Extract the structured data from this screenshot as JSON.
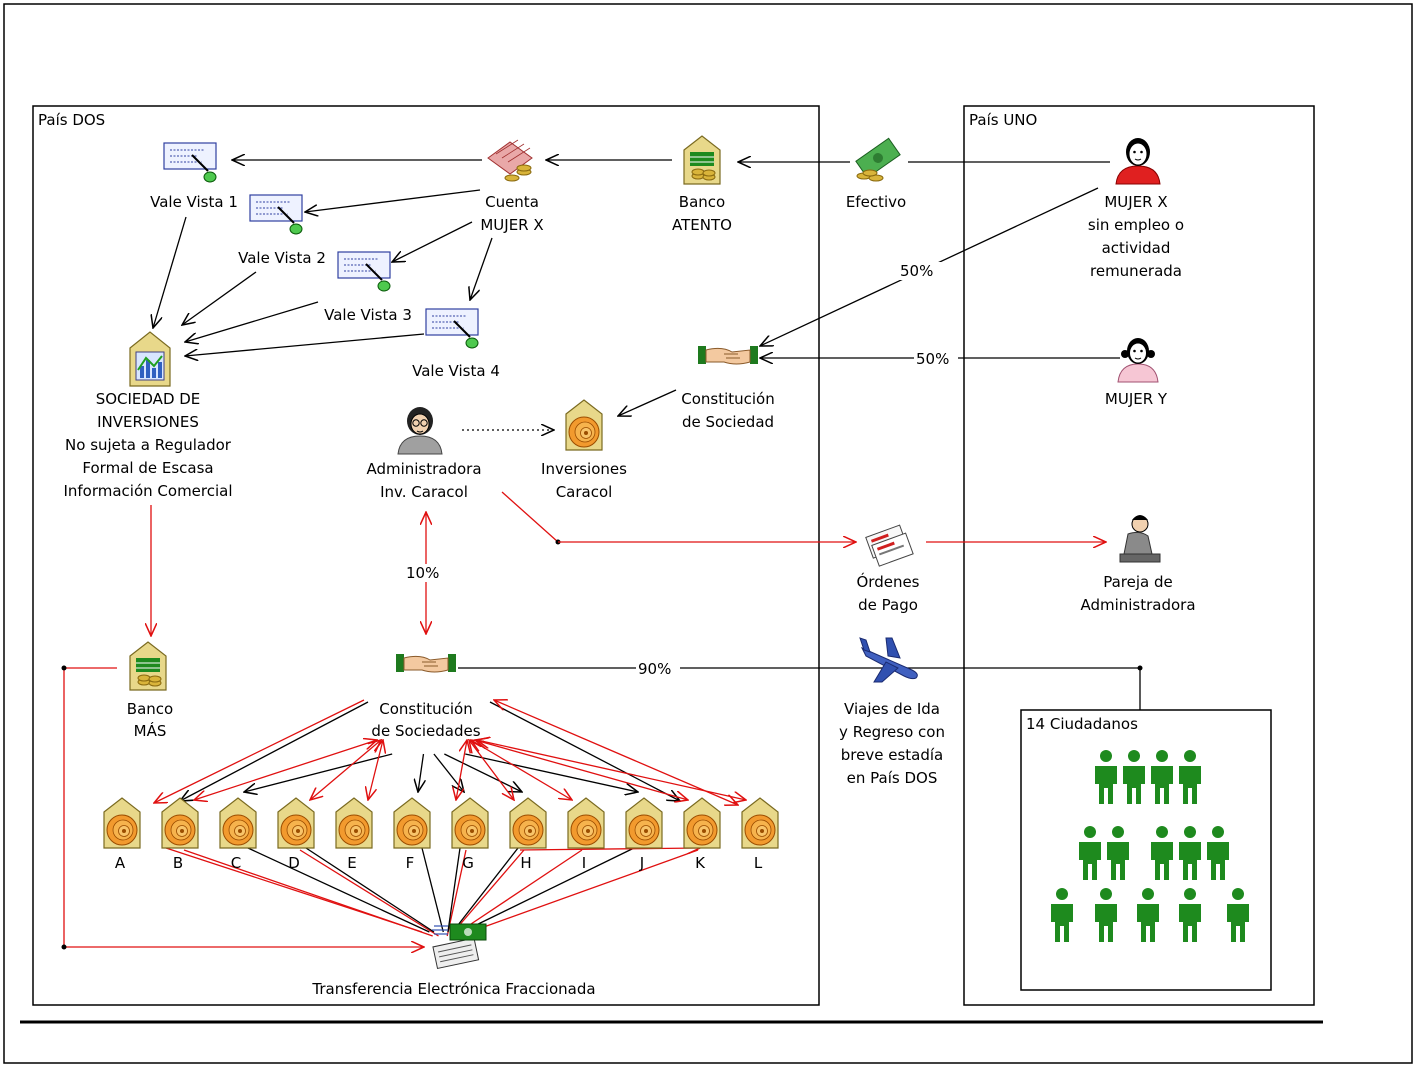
{
  "regions": {
    "pais_dos": "País DOS",
    "pais_uno": "País UNO",
    "ciudadanos_box": "14 Ciudadanos"
  },
  "nodes": {
    "vale1": "Vale Vista 1",
    "vale2": "Vale Vista 2",
    "vale3": "Vale Vista 3",
    "vale4": "Vale Vista 4",
    "cuenta": [
      "Cuenta",
      "MUJER X"
    ],
    "banco_atento": [
      "Banco",
      "ATENTO"
    ],
    "efectivo": "Efectivo",
    "mujer_x": [
      "MUJER X",
      "sin empleo o",
      "actividad",
      "remunerada"
    ],
    "mujer_y": "MUJER Y",
    "sociedad": [
      "SOCIEDAD DE",
      "INVERSIONES",
      "No sujeta a Regulador",
      "Formal de Escasa",
      "Información Comercial"
    ],
    "constitucion_sociedad": [
      "Constitución",
      "de Sociedad"
    ],
    "administradora": [
      "Administradora",
      "Inv. Caracol"
    ],
    "inversiones_caracol": [
      "Inversiones",
      "Caracol"
    ],
    "ordenes": [
      "Órdenes",
      "de Pago"
    ],
    "pareja": [
      "Pareja de",
      "Administradora"
    ],
    "banco_mas": [
      "Banco",
      "MÁS"
    ],
    "constitucion_sociedades": [
      "Constitución",
      "de Sociedades"
    ],
    "viajes": [
      "Viajes de Ida",
      "y Regreso con",
      "breve estadía",
      "en País DOS"
    ],
    "transferencia": "Transferencia Electrónica Fraccionada"
  },
  "edge_labels": {
    "pct_50_x": "50%",
    "pct_50_y": "50%",
    "pct_10": "10%",
    "pct_90": "90%"
  },
  "companies": [
    "A",
    "B",
    "C",
    "D",
    "E",
    "F",
    "G",
    "H",
    "I",
    "J",
    "K",
    "L"
  ],
  "people_count": 14,
  "colors": {
    "red_flow": "#e01010",
    "black_flow": "#000000",
    "green": "#1e8a1e",
    "gold": "#d9b43a"
  }
}
